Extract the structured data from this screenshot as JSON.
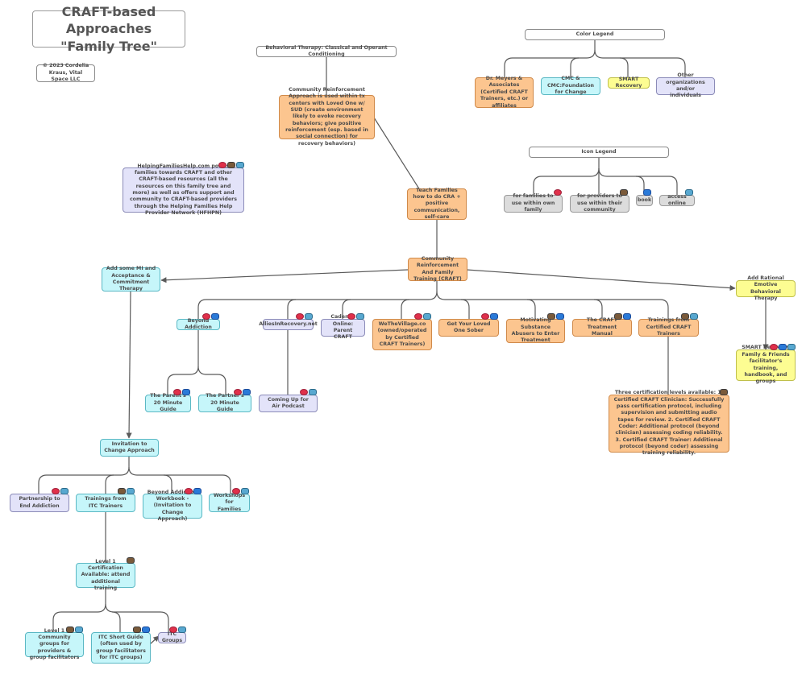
{
  "title": {
    "line1": "CRAFT-based Approaches",
    "line2": "\"Family Tree\""
  },
  "copyright": "© 2023 Cordelia Kraus, Vital Space LLC",
  "colors": {
    "orange": "#fcc58f",
    "cyan": "#c6f6fa",
    "yellow": "#fdfd92",
    "lavender": "#e3e3f9",
    "gray": "#dcdcdc"
  },
  "color_legend": {
    "title": "Color Legend",
    "items": [
      "Dr. Meyers & Associates (Certified CRAFT Trainers, etc.) or affiliates",
      "CMC & CMC:Foundation for Change",
      "SMART Recovery",
      "Other organizations and/or individuals"
    ]
  },
  "icon_legend": {
    "title": "Icon Legend",
    "items": [
      {
        "label": "for families to use within own family",
        "icon": "heart-icon"
      },
      {
        "label": "for providers to use within their community",
        "icon": "bus-icon"
      },
      {
        "label": "book",
        "icon": "book-icon"
      },
      {
        "label": "access online",
        "icon": "globe-icon"
      }
    ]
  },
  "nodes": {
    "behavioral": "Behavioral Therapy: Classical and Operant Conditioning",
    "cra": "Community Reinforcement Approach is used within tx centers with Loved One w/ SUD (create environment likely to evoke recovery behaviors; give positive reinforcement (esp. based in social connection) for recovery behaviors)",
    "hfh": "HelpingFamiliesHelp.com points families towards CRAFT and other CRAFT-based resources (all the resources on this family tree and more) as well as offers support and community to CRAFT-based providers through the Helping Families Help Provider Network (HFHPN)",
    "teach": "Teach Families how to do CRA + positive communication, self-care",
    "craft": "Community Reinforcement And Family Training (CRAFT)",
    "mi": "Add some MI and Acceptance & Commitment Therapy",
    "rebt": "Add Rational Emotive Behavioral Therapy",
    "smart_fam": "SMART Recovery Family & Friends facilitator's training, handbook, and groups",
    "beyond": "Beyond Addiction",
    "allies": "AlliesInRecovery.net",
    "cadence": "Cadence Online: Parent CRAFT",
    "wtv": "WeTheVillage.co (owned/operated by Certified CRAFT Trainers)",
    "getlo": "Get Your Loved One Sober",
    "motiv": "Motivating Substance Abusers to Enter Treatment",
    "manual": "The CRAFT Treatment Manual",
    "trainings": "Trainings from Certified CRAFT Trainers",
    "parents": "The Parent's 20 Minute Guide",
    "partners": "The Partner's 20 Minute Guide",
    "podcast": "Coming Up for Air Podcast",
    "cert": "Three certification levels available: 1. Certified CRAFT Clinician: Successfully pass certification protocol, including supervision and submitting audio tapes for review. 2. Certified CRAFT Coder: Additional protocol (beyond clinician) assessing coding reliability. 3. Certified CRAFT Trainer: Additional protocol (beyond coder) assessing training reliability.",
    "invite": "Invitation to Change Approach",
    "pea": "Partnership to End Addiction",
    "itc_train": "Trainings from ITC Trainers",
    "workbook": "Beyond Addiction Workbook - (Invitation to Change Approach)",
    "workshops": "Workshops for Families",
    "level1": "Level 1 Certification Available: attend additional training",
    "l1groups": "Level 1 Community groups for providers & group facilitators",
    "shortguide": "ITC Short Guide (often used by group facilitators for ITC groups)",
    "itcgroups": "ITC Groups"
  }
}
